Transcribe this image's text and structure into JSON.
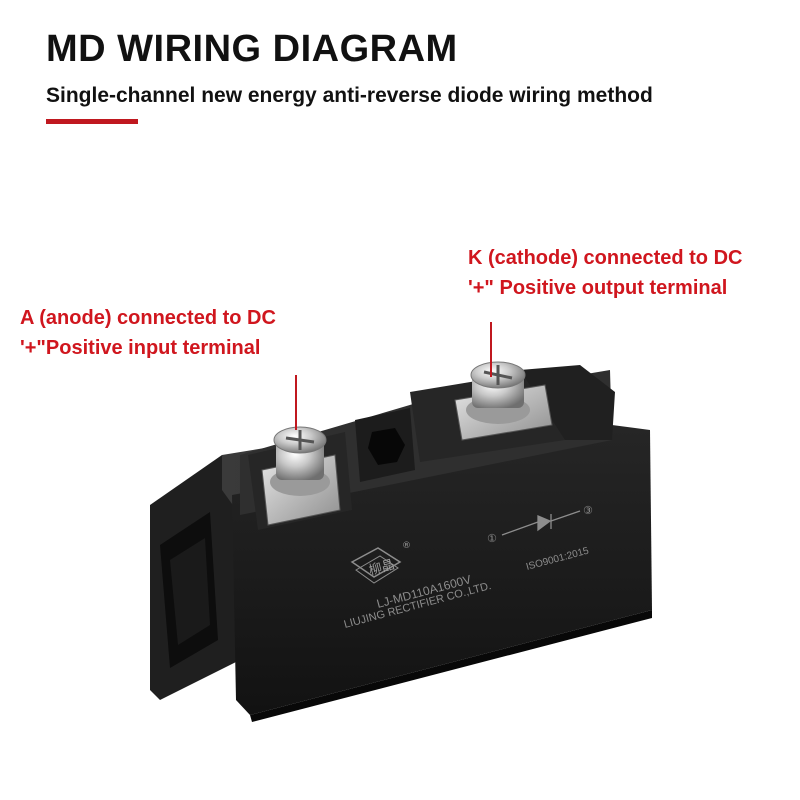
{
  "header": {
    "title": "MD WIRING DIAGRAM",
    "subtitle": "Single-channel new energy anti-reverse diode wiring method"
  },
  "callouts": {
    "anode": {
      "line1": "A (anode) connected to DC",
      "line2": "'+\"Positive input terminal"
    },
    "cathode": {
      "line1": "K (cathode) connected to DC",
      "line2": "'+\" Positive output terminal"
    }
  },
  "module": {
    "logo_text": "柳晶",
    "registered_mark": "®",
    "model": "LJ-MD110A1600V",
    "manufacturer": "LIUJING RECTIFIER CO.,LTD.",
    "certification": "ISO9001:2015",
    "pin_left": "①",
    "pin_right": "③"
  },
  "colors": {
    "accent": "#c0181f",
    "callout_text": "#d0161e",
    "module_body": "#1b1b1b",
    "module_print": "#8d8d8d"
  }
}
